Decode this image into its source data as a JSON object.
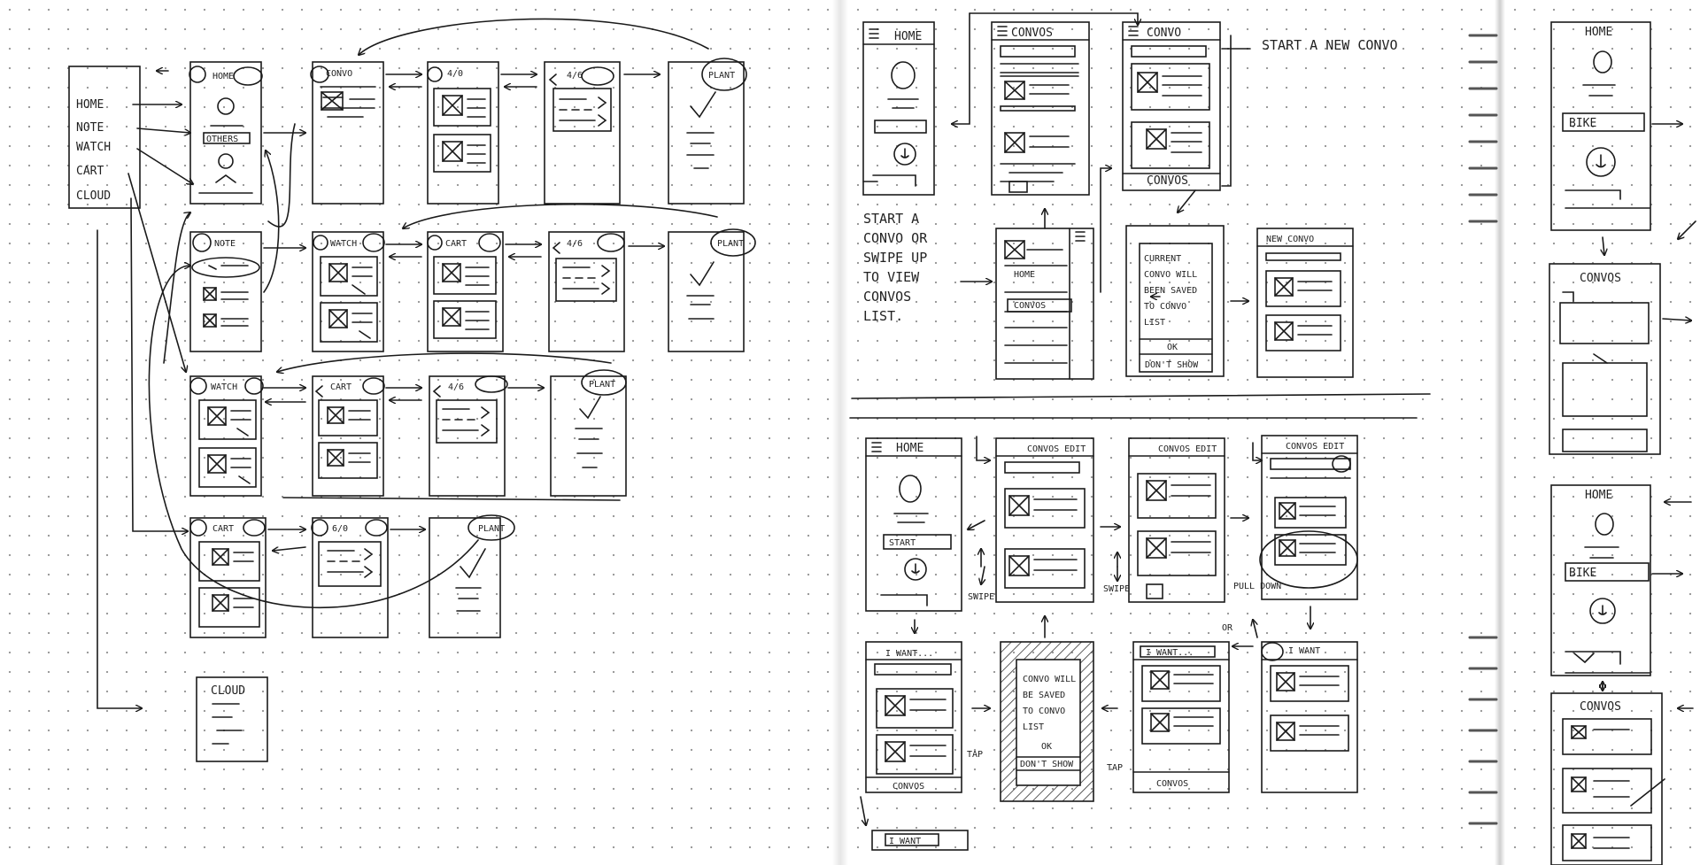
{
  "labels": {
    "menu_home": "HOME",
    "menu_note": "NOTE",
    "menu_watch": "WATCH",
    "menu_cart": "CART",
    "menu_cloud": "CLOUD",
    "home": "HOME",
    "others": "OTHERS",
    "convo": "CONVO",
    "convos": "CONVOS",
    "cart": "CART",
    "cart_count": "4/0",
    "fraction": "4/6",
    "fraction_2": "6/0",
    "plant": "PLANT",
    "note": "NOTE",
    "watch": "WATCH",
    "cloud": "CLOUD",
    "start_new_convo": "START A NEW CONVO",
    "start_convo_note_lines": [
      "START A",
      "CONVO OR",
      "SWIPE UP",
      "TO VIEW",
      "CONVOS",
      "LIST."
    ],
    "current_convo_lines": [
      "CURRENT",
      "CONVO WILL",
      "BEEN SAVED",
      "TO CONVO",
      "LIST"
    ],
    "ok": "OK",
    "dont_show": "DON'T SHOW",
    "new_convo": "NEW CONVO",
    "start": "START",
    "convos_edit": "CONVOS EDIT",
    "swipe": "SWIPE",
    "pull_down": "PULL DOWN",
    "or": "OR",
    "i_want": "I WANT...",
    "i_want_2": "I WANT",
    "convo_will_lines": [
      "CONVO WILL",
      "BE SAVED",
      "TO CONVO",
      "LIST"
    ],
    "tap": "TAP",
    "bike": "BIKE"
  },
  "colors": {
    "ink": "#1a1a1a",
    "paper": "#ffffff",
    "dots": "#9c9c9c",
    "spine": "#cfcfcf"
  }
}
